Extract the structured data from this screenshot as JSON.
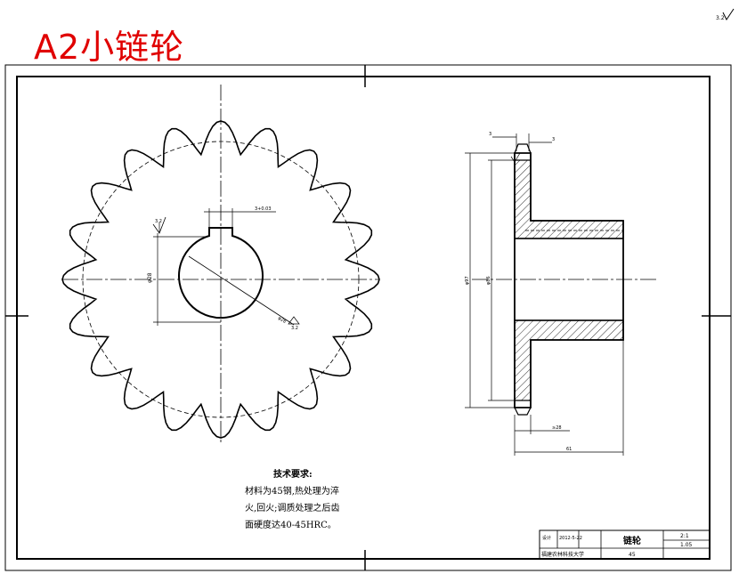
{
  "title": "A2小链轮",
  "roughness_mark": "3.2",
  "tech_notes": {
    "heading": "技术要求:",
    "lines": [
      "材料为45钢,热处理为淬",
      "火,回火;调质处理之后齿",
      "面硬度达40-45HRC。"
    ]
  },
  "dims": {
    "keyway": "3+0.03",
    "rough_a": "3.2",
    "bore": "φ28",
    "rough_b": "3.2",
    "side_top_left": "3",
    "side_top_right": "3",
    "outer_d": "φ97",
    "root_d": "φ86",
    "hub_len": "≥28",
    "total_len": "61"
  },
  "title_block": {
    "part_name": "链轮",
    "scale": "2:1",
    "weight": "1.05",
    "material": "45",
    "school": "福建农林科技大学",
    "col1": "设计",
    "col2": "2012-5-22"
  }
}
